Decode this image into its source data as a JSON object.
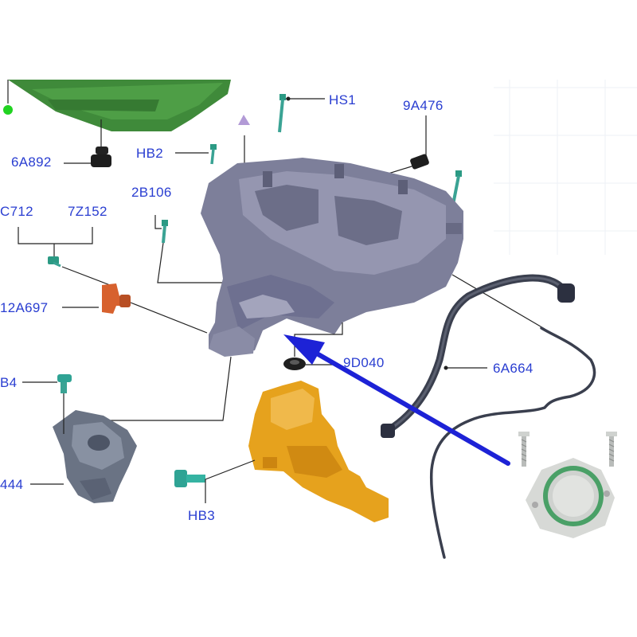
{
  "labels": {
    "hs1": "HS1",
    "p9a476": "9A476",
    "hb2": "HB2",
    "p6a892": "6A892",
    "p2b106": "2B106",
    "c712": "C712",
    "p7z152": "7Z152",
    "p12a697": "12A697",
    "p9d040": "9D040",
    "p6a664": "6A664",
    "b4": "B4",
    "p444": "444",
    "hb3": "HB3"
  },
  "colors": {
    "label": "#2a3ed1",
    "manifold": "#7d7f9a",
    "cover": "#3f8a3a",
    "bracket": "#e6a21d",
    "pump": "#6a7384",
    "hose": "#3a3f4e",
    "valve": "#cfd2cf",
    "seal": "#4aa067",
    "teal_part": "#2f9c8f",
    "orange_part": "#d7612e",
    "arrow": "#1d22d6",
    "dot": "#21d321"
  }
}
